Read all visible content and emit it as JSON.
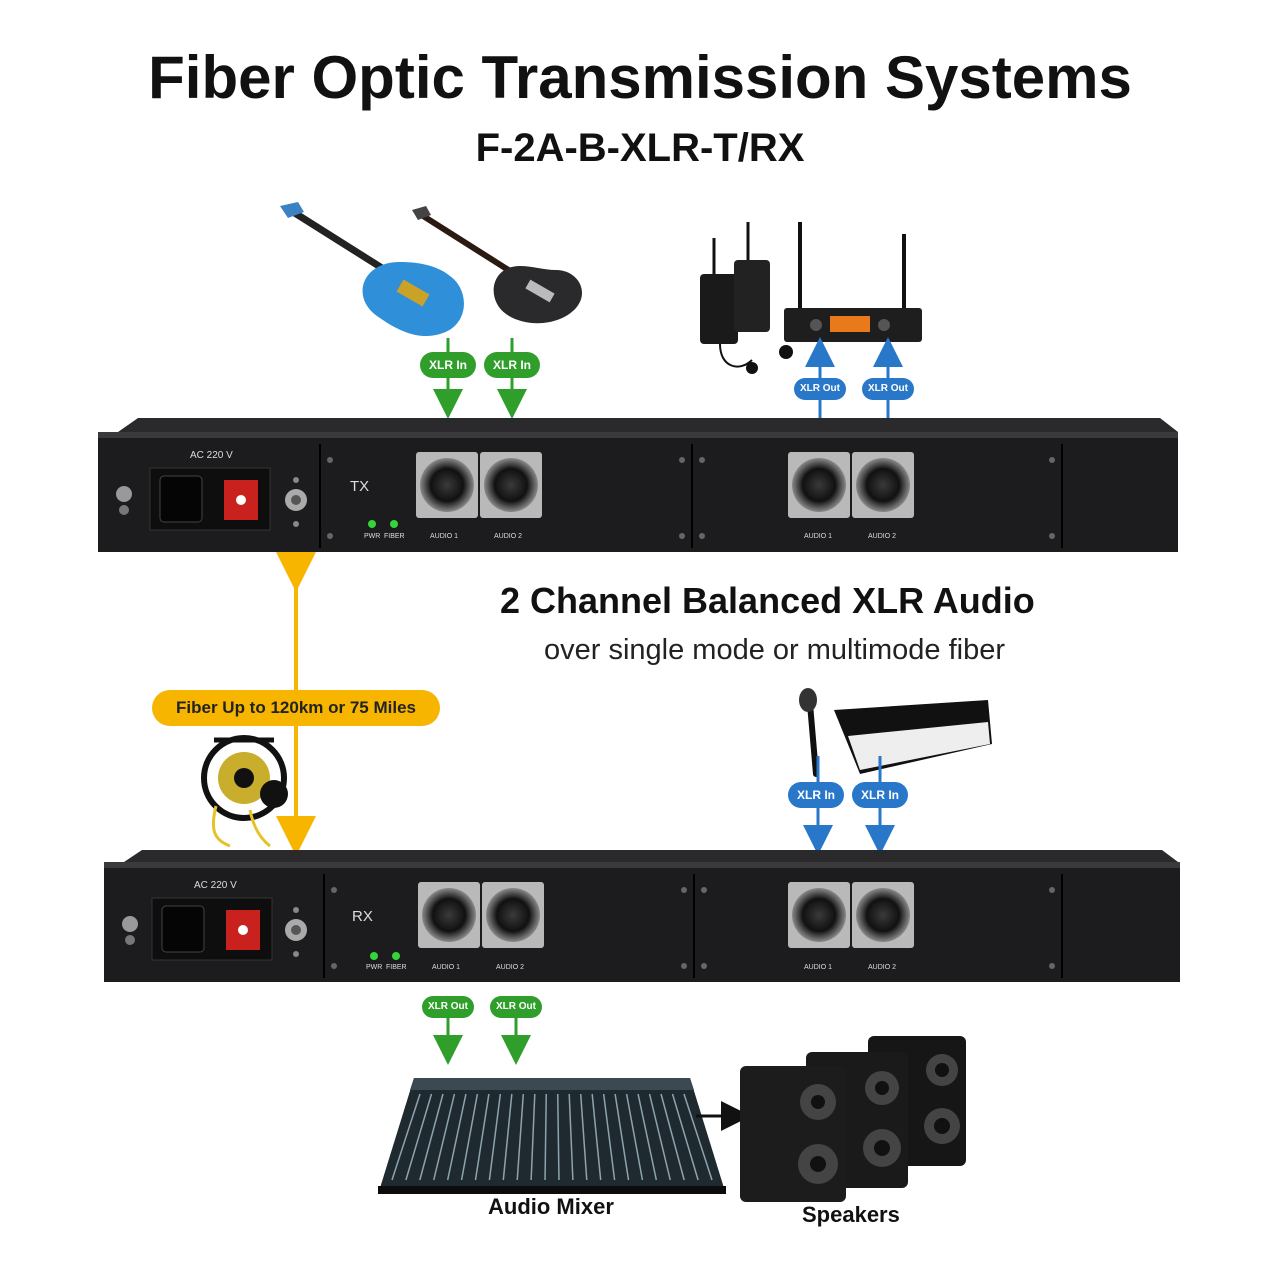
{
  "header": {
    "title": "Fiber Optic Transmission Systems",
    "model": "F-2A-B-XLR-T/RX"
  },
  "info": {
    "headline": "2 Channel Balanced XLR Audio",
    "subline": "over single mode or multimode fiber"
  },
  "fiber": {
    "label": "Fiber Up to 120km or 75 Miles"
  },
  "tx_unit": {
    "mode_label": "TX",
    "power_label": "AC 220 V",
    "led_labels": [
      "PWR",
      "FIBER"
    ],
    "left_ports": [
      "AUDIO 1",
      "AUDIO 2"
    ],
    "right_ports": [
      "AUDIO 1",
      "AUDIO 2"
    ]
  },
  "rx_unit": {
    "mode_label": "RX",
    "power_label": "AC 220 V",
    "led_labels": [
      "PWR",
      "FIBER"
    ],
    "left_ports": [
      "AUDIO 1",
      "AUDIO 2"
    ],
    "right_ports": [
      "AUDIO 1",
      "AUDIO 2"
    ]
  },
  "connections": {
    "tx_left_in": [
      "XLR In",
      "XLR In"
    ],
    "tx_right_out": [
      "XLR Out",
      "XLR Out"
    ],
    "rx_right_in": [
      "XLR In",
      "XLR In"
    ],
    "rx_left_out": [
      "XLR Out",
      "XLR Out"
    ]
  },
  "captions": {
    "mixer": "Audio Mixer",
    "speakers": "Speakers"
  },
  "colors": {
    "green": "#2f9e2a",
    "blue": "#2877c9",
    "fiber": "#f7b500",
    "chassis": "#1c1c1e"
  }
}
